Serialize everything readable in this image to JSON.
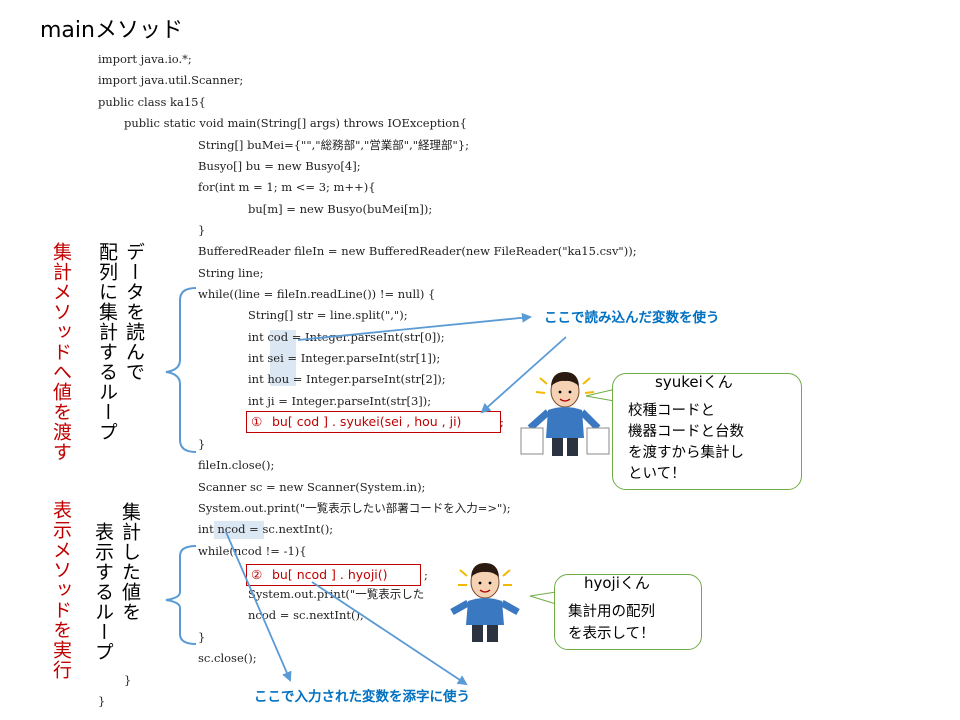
{
  "title": "mainメソッド",
  "code_lines": [
    "import java.io.*;",
    "import java.util.Scanner;",
    "public class ka15{",
    "public static void main(String[] args) throws IOException{",
    "String[] buMei={\"\",\"総務部\",\"営業部\",\"経理部\"};",
    "Busyo[] bu = new Busyo[4];",
    "for(int m = 1; m <= 3; m++){",
    "bu[m] = new Busyo(buMei[m]);",
    "}",
    "BufferedReader fileIn = new BufferedReader(new FileReader(\"ka15.csv\"));",
    "String line;",
    "while((line = fileIn.readLine()) != null) {",
    "String[] str = line.split(\",\");",
    "int cod = Integer.parseInt(str[0]);",
    "int sei = Integer.parseInt(str[1]);",
    "int hou = Integer.parseInt(str[2]);",
    "int ji = Integer.parseInt(str[3]);",
    "",
    "}",
    "fileIn.close();",
    "Scanner sc = new Scanner(System.in);",
    "System.out.print(\"一覧表示したい部署コードを入力=>\");",
    "int ncod = sc.nextInt();",
    "while(ncod != -1){",
    "",
    "System.out.print(\"一覧表示した",
    "ncod = sc.nextInt();",
    "}",
    "sc.close();",
    "}",
    "}"
  ],
  "call1": {
    "marker": "①",
    "text": "bu[ cod ] . syukei(sei , hou , ji)",
    "suffix": ";"
  },
  "call2": {
    "marker": "②",
    "text": "bu[ ncod ] . hyoji()",
    "suffix": ";"
  },
  "labels": {
    "left_red_1": "集計メソッドへ値を渡す",
    "left_red_2": "表示メソッドを実行",
    "loop1": [
      "データを読んで",
      "配列に集計するループ"
    ],
    "loop2": [
      "集計した値を",
      "表示するループ"
    ]
  },
  "notes": {
    "read_vars": "ここで読み込んだ変数を使う",
    "input_var": "ここで入力された変数を添字に使う"
  },
  "bubble1": {
    "name": "syukeiくん",
    "lines": [
      "校種コードと",
      "機器コードと台数",
      "を渡すから集計し",
      "といて！"
    ]
  },
  "bubble2": {
    "name": "hyojiくん",
    "lines": [
      "集計用の配列",
      "を表示して！"
    ]
  },
  "colors": {
    "red": "#c00000",
    "blue": "#0070c0",
    "arrow": "#5b9bd5",
    "bubble_border": "#70ad47"
  }
}
